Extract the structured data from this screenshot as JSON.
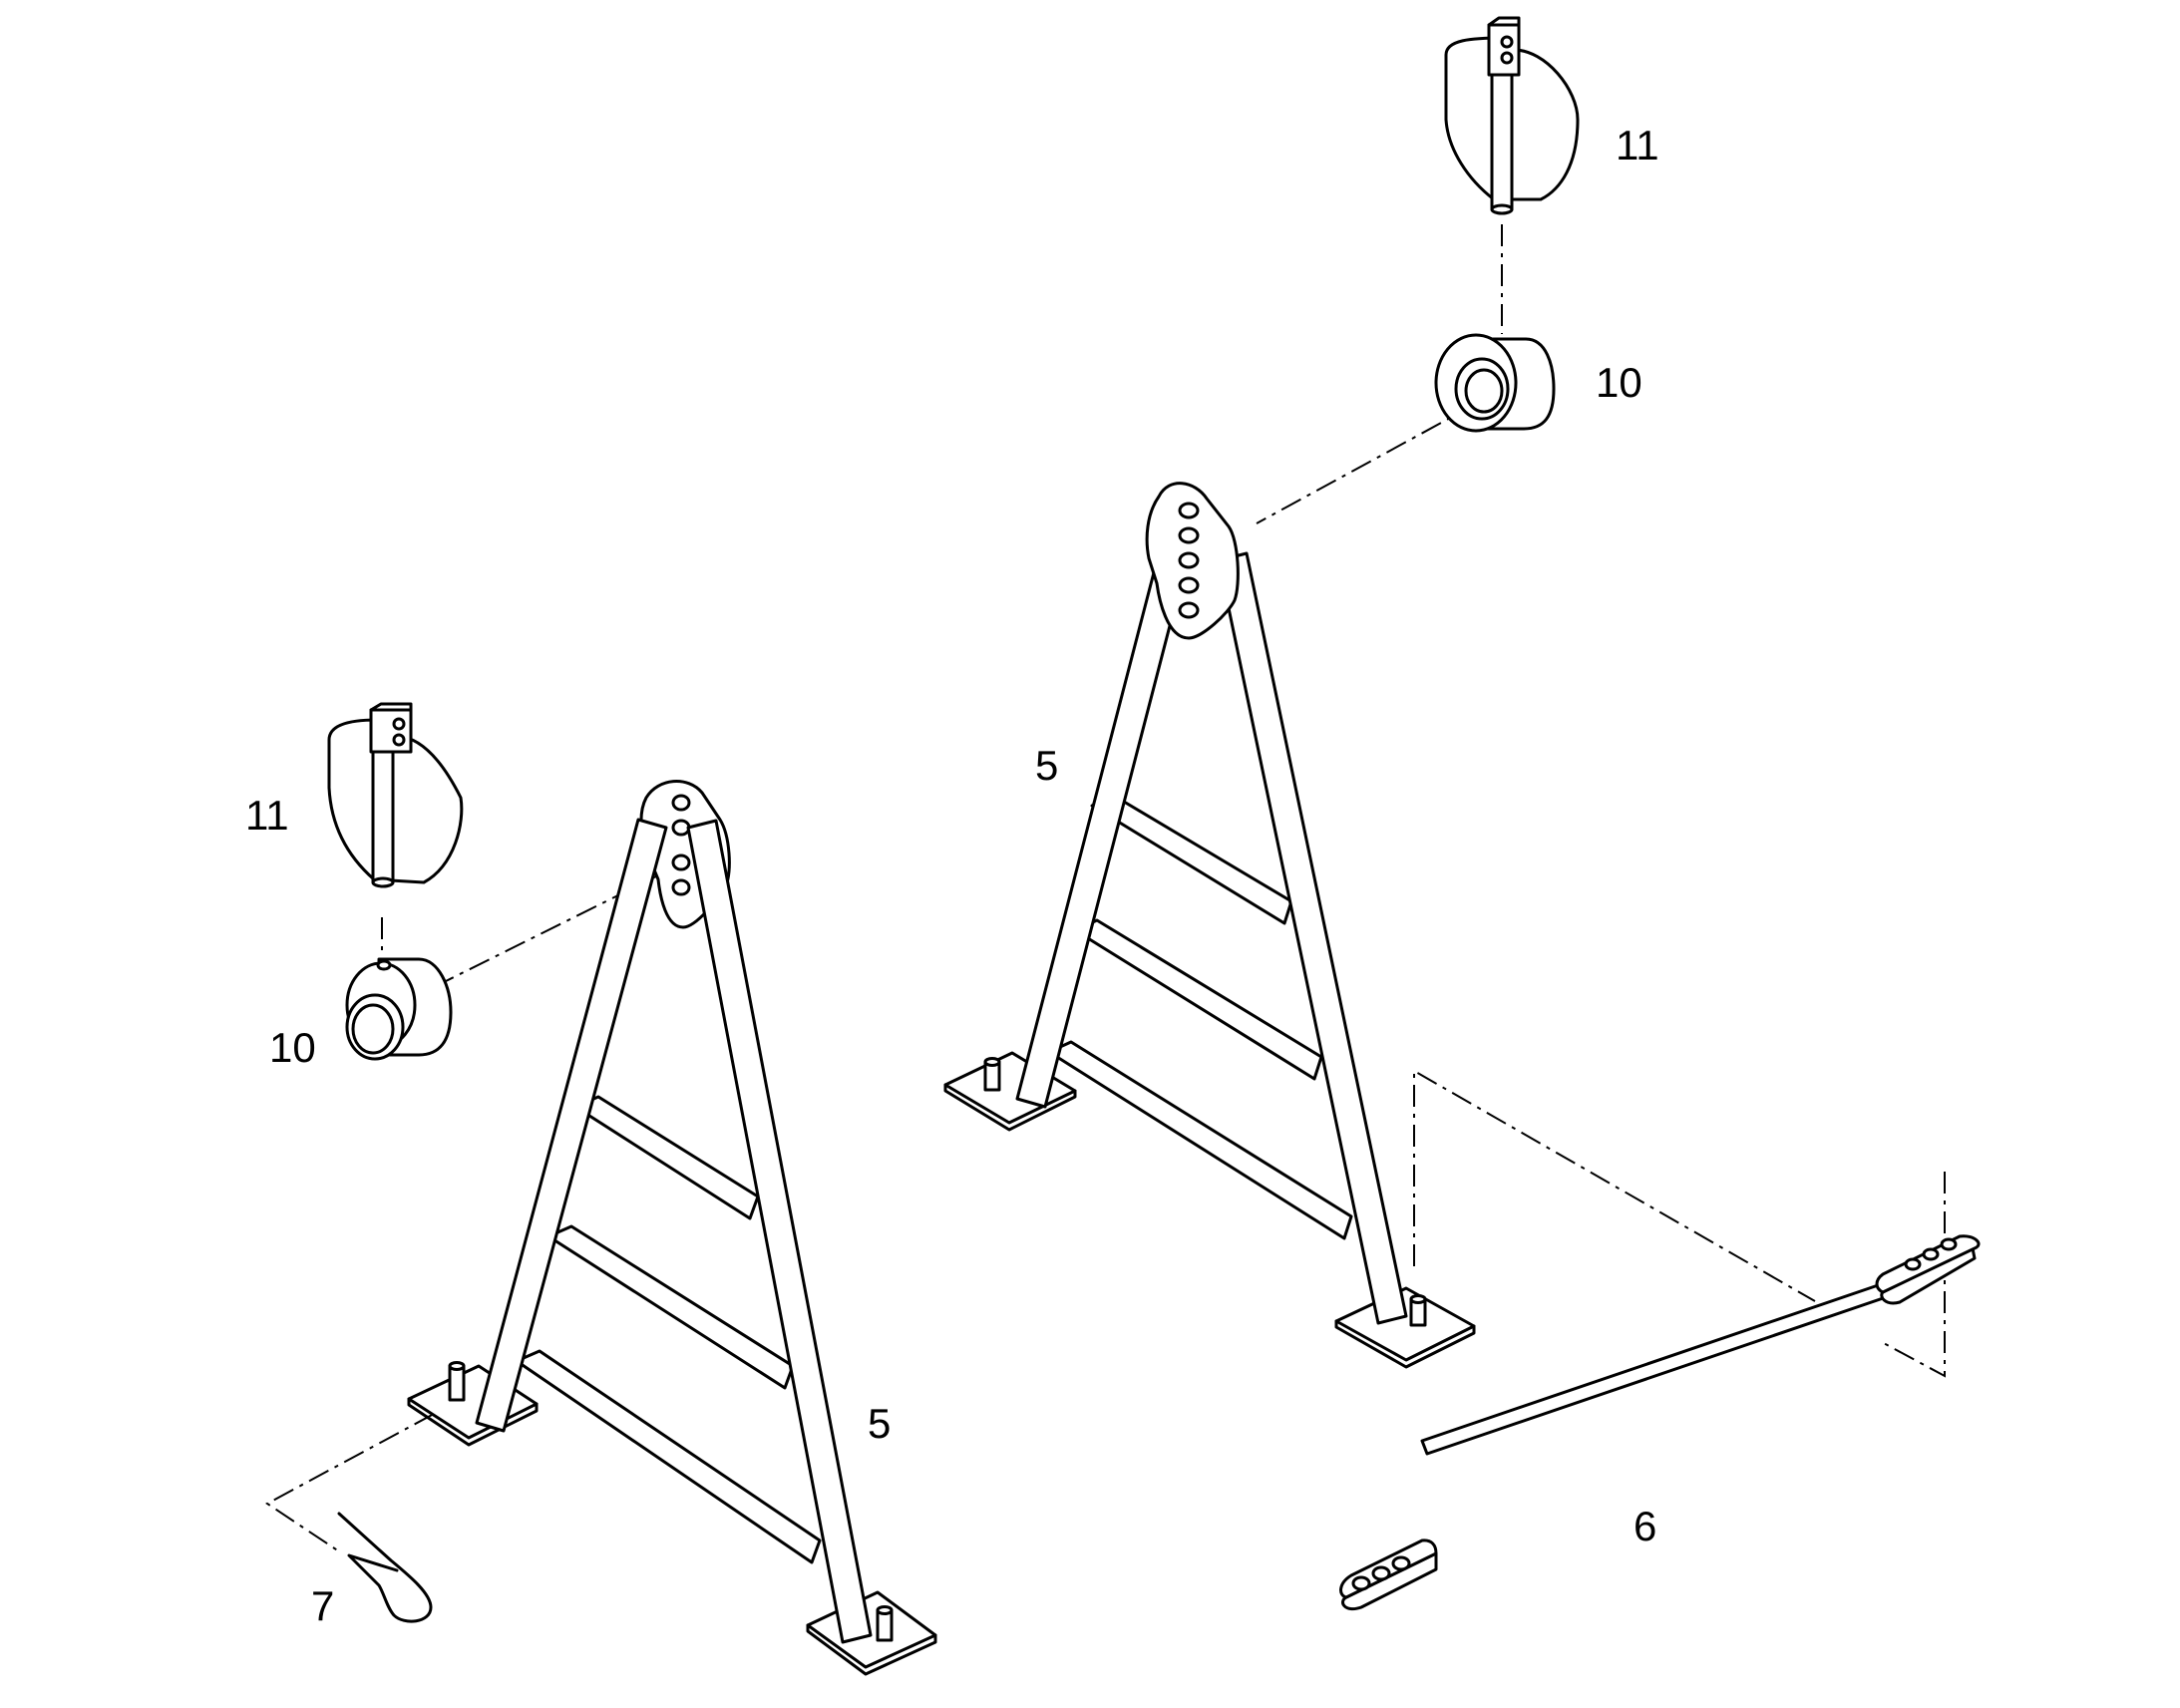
{
  "callouts": {
    "pin_top_right": "11",
    "bushing_top_right": "10",
    "stand_right": "5",
    "pin_left": "11",
    "bushing_left": "10",
    "stand_left": "5",
    "clip": "7",
    "tie_bar": "6"
  }
}
